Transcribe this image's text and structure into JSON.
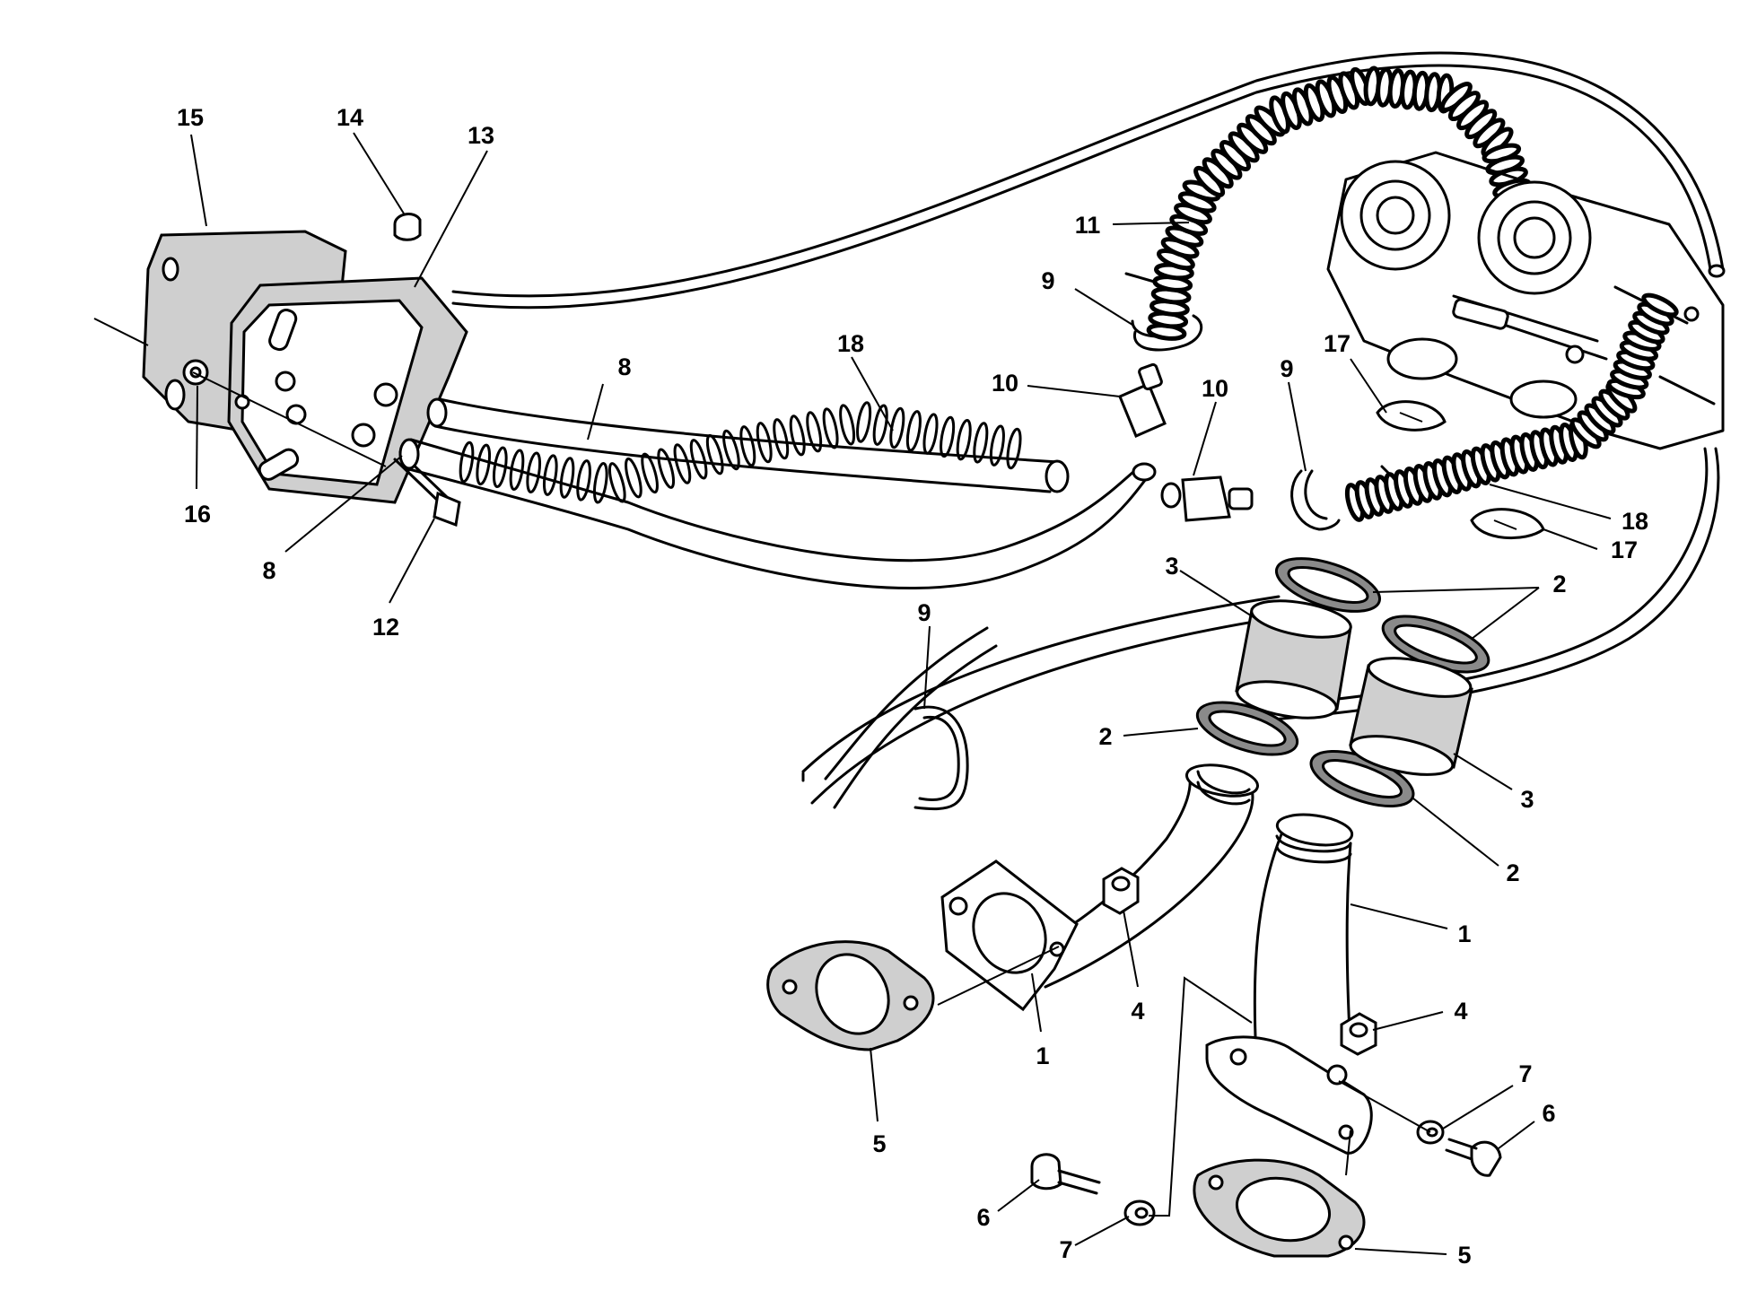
{
  "callouts": [
    {
      "id": "c15",
      "label": "15"
    },
    {
      "id": "c14",
      "label": "14"
    },
    {
      "id": "c13",
      "label": "13"
    },
    {
      "id": "c16",
      "label": "16"
    },
    {
      "id": "c8a",
      "label": "8"
    },
    {
      "id": "c8b",
      "label": "8"
    },
    {
      "id": "c12",
      "label": "12"
    },
    {
      "id": "c18a",
      "label": "18"
    },
    {
      "id": "c10a",
      "label": "10"
    },
    {
      "id": "c10b",
      "label": "10"
    },
    {
      "id": "c9a",
      "label": "9"
    },
    {
      "id": "c9b",
      "label": "9"
    },
    {
      "id": "c9c",
      "label": "9"
    },
    {
      "id": "c11",
      "label": "11"
    },
    {
      "id": "c17a",
      "label": "17"
    },
    {
      "id": "c17b",
      "label": "17"
    },
    {
      "id": "c18b",
      "label": "18"
    },
    {
      "id": "c3a",
      "label": "3"
    },
    {
      "id": "c3b",
      "label": "3"
    },
    {
      "id": "c2a",
      "label": "2"
    },
    {
      "id": "c2b",
      "label": "2"
    },
    {
      "id": "c2c",
      "label": "2"
    },
    {
      "id": "c1a",
      "label": "1"
    },
    {
      "id": "c1b",
      "label": "1"
    },
    {
      "id": "c4a",
      "label": "4"
    },
    {
      "id": "c4b",
      "label": "4"
    },
    {
      "id": "c5a",
      "label": "5"
    },
    {
      "id": "c5b",
      "label": "5"
    },
    {
      "id": "c6a",
      "label": "6"
    },
    {
      "id": "c6b",
      "label": "6"
    },
    {
      "id": "c7a",
      "label": "7"
    },
    {
      "id": "c7b",
      "label": "7"
    }
  ]
}
